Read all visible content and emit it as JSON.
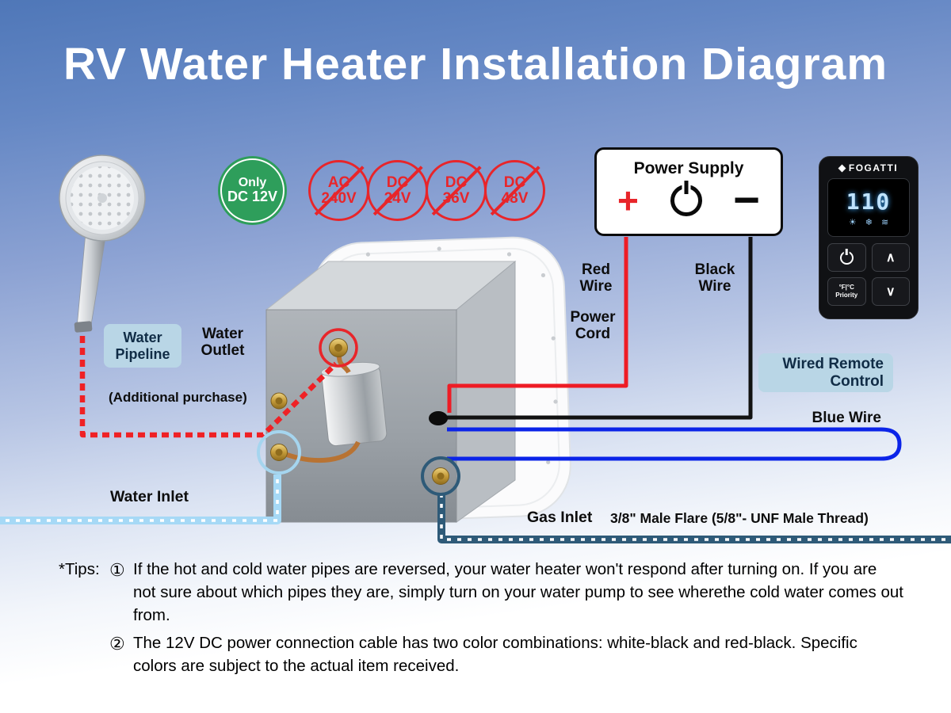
{
  "title": "RV Water Heater Installation Diagram",
  "badges": {
    "only_dc": {
      "line1": "Only",
      "line2": "DC 12V"
    },
    "prohibited": [
      {
        "line1": "AC",
        "line2": "240V"
      },
      {
        "line1": "DC",
        "line2": "24V"
      },
      {
        "line1": "DC",
        "line2": "36V"
      },
      {
        "line1": "DC",
        "line2": "48V"
      }
    ]
  },
  "power_supply": {
    "title": "Power Supply",
    "plus": "+",
    "minus": "−"
  },
  "remote": {
    "brand": "FOGATTI",
    "display_value": "110",
    "display_icons": [
      "☀",
      "❄",
      "≋"
    ],
    "up_label": "∧",
    "down_label": "∨",
    "temp_label": "°F|°C",
    "priority_label": "Priority"
  },
  "labels": {
    "red_wire": "Red Wire",
    "black_wire": "Black Wire",
    "power_cord": "Power Cord",
    "wired_remote_line1": "Wired Remote",
    "wired_remote_line2": "Control",
    "blue_wire": "Blue Wire",
    "water_pipeline": "Water Pipeline",
    "water_outlet": "Water Outlet",
    "additional_purchase": "(Additional purchase)",
    "water_inlet": "Water Inlet",
    "gas_inlet": "Gas Inlet",
    "gas_spec": "3/8\" Male Flare (5/8\"- UNF Male Thread)"
  },
  "tips": {
    "prefix": "*Tips:",
    "items": [
      {
        "num": "①",
        "text": "If the hot and cold water pipes are reversed, your water heater won't respond after turning on. If you are not sure about which pipes they are, simply turn on your water pump to see wherethe cold water comes out from."
      },
      {
        "num": "②",
        "text": "The 12V DC power connection cable has two color combinations: white-black and red-black. Specific colors are subject to the actual item received."
      }
    ]
  },
  "colors": {
    "accent_red": "#e8252a",
    "accent_green": "#2e9e5b",
    "water_light_blue": "#a6d9f6",
    "gas_navy": "#2e5a78",
    "wire_blue": "#0b24e8",
    "chip_bg": "#b9d6e6"
  }
}
